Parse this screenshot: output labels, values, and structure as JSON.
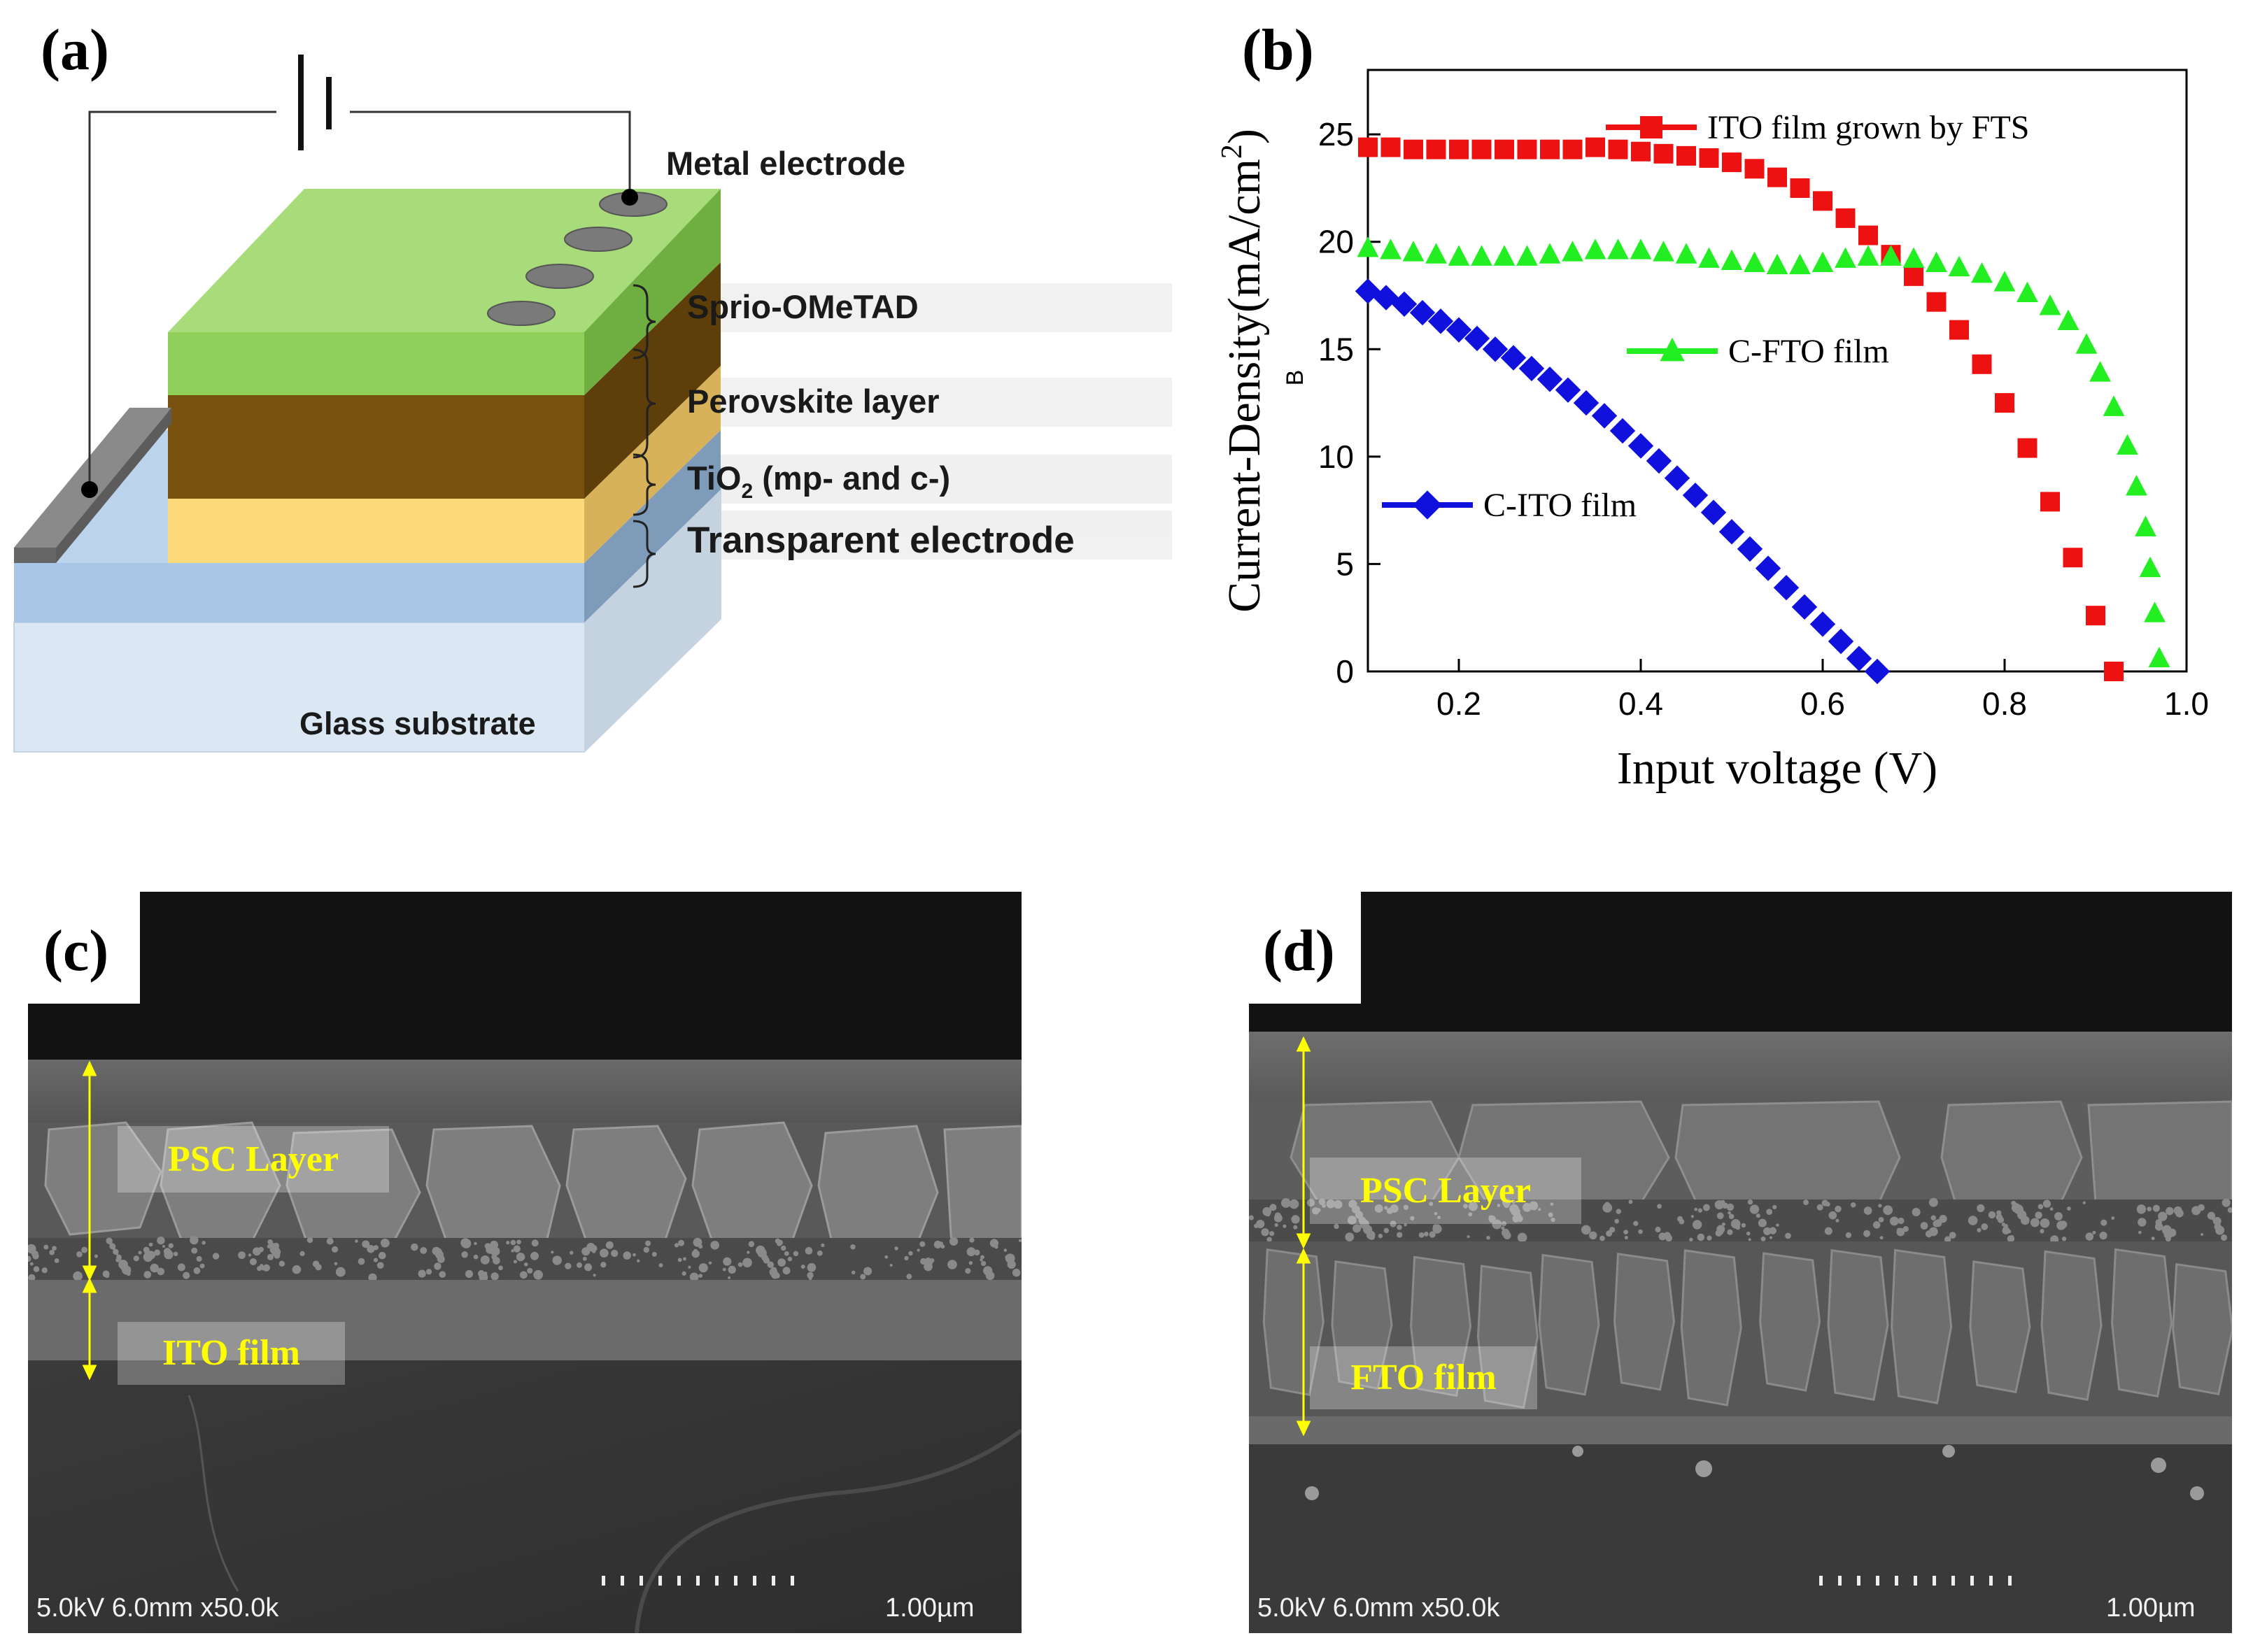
{
  "panels": {
    "a": {
      "letter": "(a)",
      "labels": {
        "metal": "Metal electrode",
        "spiro": "Sprio-OMeTAD",
        "perovskite": "Perovskite layer",
        "tio2_main": "TiO",
        "tio2_sub": "2",
        "tio2_rest": " (mp- and c-)",
        "transparent": "Transparent electrode",
        "glass": "Glass substrate"
      },
      "colors": {
        "spiro": "#9fd86e",
        "perovskite": "#7a5210",
        "tio2": "#ffd97a",
        "transparent": "#a9c6e6",
        "glass": "#dbe8f4",
        "electrode_contact": "#7a7a7a"
      }
    },
    "b": {
      "letter": "(b)"
    },
    "c": {
      "letter": "(c)",
      "label_top": "PSC Layer",
      "label_bottom": "ITO film",
      "scale_info": "5.0kV 6.0mm x50.0k",
      "scale_bar": "1.00µm"
    },
    "d": {
      "letter": "(d)",
      "label_top": "PSC Layer",
      "label_bottom": "FTO film",
      "scale_info": "5.0kV 6.0mm x50.0k",
      "scale_bar": "1.00µm"
    }
  },
  "chart_data": {
    "type": "scatter",
    "xlabel": "Input voltage (V)",
    "ylabel_main": "Current-Density(mA/cm",
    "ylabel_sup": "2",
    "ylabel_close": ")",
    "ylabel_sub": "B",
    "xlim": [
      0.1,
      1.0
    ],
    "ylim": [
      0,
      28
    ],
    "xticks": [
      "0.2",
      "0.4",
      "0.6",
      "0.8",
      "1.0"
    ],
    "xtick_values": [
      0.2,
      0.4,
      0.6,
      0.8,
      1.0
    ],
    "yticks": [
      "0",
      "5",
      "10",
      "15",
      "20",
      "25"
    ],
    "ytick_values": [
      0,
      5,
      10,
      15,
      20,
      25
    ],
    "legend_position": "top-right",
    "series": [
      {
        "name": "ITO film grown by FTS",
        "color": "#ee1111",
        "marker": "square",
        "points": [
          [
            0.1,
            24.4
          ],
          [
            0.125,
            24.4
          ],
          [
            0.15,
            24.3
          ],
          [
            0.175,
            24.3
          ],
          [
            0.2,
            24.3
          ],
          [
            0.225,
            24.3
          ],
          [
            0.25,
            24.3
          ],
          [
            0.275,
            24.3
          ],
          [
            0.3,
            24.3
          ],
          [
            0.325,
            24.3
          ],
          [
            0.35,
            24.4
          ],
          [
            0.375,
            24.3
          ],
          [
            0.4,
            24.2
          ],
          [
            0.425,
            24.1
          ],
          [
            0.45,
            24.0
          ],
          [
            0.475,
            23.9
          ],
          [
            0.5,
            23.7
          ],
          [
            0.525,
            23.4
          ],
          [
            0.55,
            23.0
          ],
          [
            0.575,
            22.5
          ],
          [
            0.6,
            21.9
          ],
          [
            0.625,
            21.1
          ],
          [
            0.65,
            20.3
          ],
          [
            0.675,
            19.4
          ],
          [
            0.7,
            18.4
          ],
          [
            0.725,
            17.2
          ],
          [
            0.75,
            15.9
          ],
          [
            0.775,
            14.3
          ],
          [
            0.8,
            12.5
          ],
          [
            0.825,
            10.4
          ],
          [
            0.85,
            7.9
          ],
          [
            0.875,
            5.3
          ],
          [
            0.9,
            2.6
          ],
          [
            0.92,
            0.0
          ]
        ]
      },
      {
        "name": "C-FTO film",
        "color": "#22ee22",
        "marker": "triangle",
        "points": [
          [
            0.1,
            19.7
          ],
          [
            0.125,
            19.6
          ],
          [
            0.15,
            19.5
          ],
          [
            0.175,
            19.4
          ],
          [
            0.2,
            19.3
          ],
          [
            0.225,
            19.3
          ],
          [
            0.25,
            19.3
          ],
          [
            0.275,
            19.3
          ],
          [
            0.3,
            19.4
          ],
          [
            0.325,
            19.5
          ],
          [
            0.35,
            19.6
          ],
          [
            0.375,
            19.6
          ],
          [
            0.4,
            19.6
          ],
          [
            0.425,
            19.5
          ],
          [
            0.45,
            19.4
          ],
          [
            0.475,
            19.2
          ],
          [
            0.5,
            19.1
          ],
          [
            0.525,
            19.0
          ],
          [
            0.55,
            18.9
          ],
          [
            0.575,
            18.9
          ],
          [
            0.6,
            19.0
          ],
          [
            0.625,
            19.2
          ],
          [
            0.65,
            19.3
          ],
          [
            0.675,
            19.3
          ],
          [
            0.7,
            19.2
          ],
          [
            0.725,
            19.0
          ],
          [
            0.75,
            18.8
          ],
          [
            0.775,
            18.5
          ],
          [
            0.8,
            18.1
          ],
          [
            0.825,
            17.6
          ],
          [
            0.85,
            17.0
          ],
          [
            0.87,
            16.3
          ],
          [
            0.89,
            15.2
          ],
          [
            0.905,
            13.9
          ],
          [
            0.92,
            12.3
          ],
          [
            0.935,
            10.5
          ],
          [
            0.945,
            8.6
          ],
          [
            0.955,
            6.7
          ],
          [
            0.96,
            4.8
          ],
          [
            0.965,
            2.7
          ],
          [
            0.97,
            0.6
          ]
        ]
      },
      {
        "name": "C-ITO film",
        "color": "#1111dd",
        "marker": "diamond",
        "points": [
          [
            0.1,
            17.7
          ],
          [
            0.12,
            17.4
          ],
          [
            0.14,
            17.1
          ],
          [
            0.16,
            16.7
          ],
          [
            0.18,
            16.3
          ],
          [
            0.2,
            15.9
          ],
          [
            0.22,
            15.5
          ],
          [
            0.24,
            15.0
          ],
          [
            0.26,
            14.6
          ],
          [
            0.28,
            14.1
          ],
          [
            0.3,
            13.6
          ],
          [
            0.32,
            13.1
          ],
          [
            0.34,
            12.5
          ],
          [
            0.36,
            11.9
          ],
          [
            0.38,
            11.2
          ],
          [
            0.4,
            10.5
          ],
          [
            0.42,
            9.8
          ],
          [
            0.44,
            9.0
          ],
          [
            0.46,
            8.2
          ],
          [
            0.48,
            7.4
          ],
          [
            0.5,
            6.5
          ],
          [
            0.52,
            5.7
          ],
          [
            0.54,
            4.8
          ],
          [
            0.56,
            3.9
          ],
          [
            0.58,
            3.0
          ],
          [
            0.6,
            2.2
          ],
          [
            0.62,
            1.4
          ],
          [
            0.64,
            0.6
          ],
          [
            0.66,
            0.0
          ]
        ]
      }
    ]
  }
}
